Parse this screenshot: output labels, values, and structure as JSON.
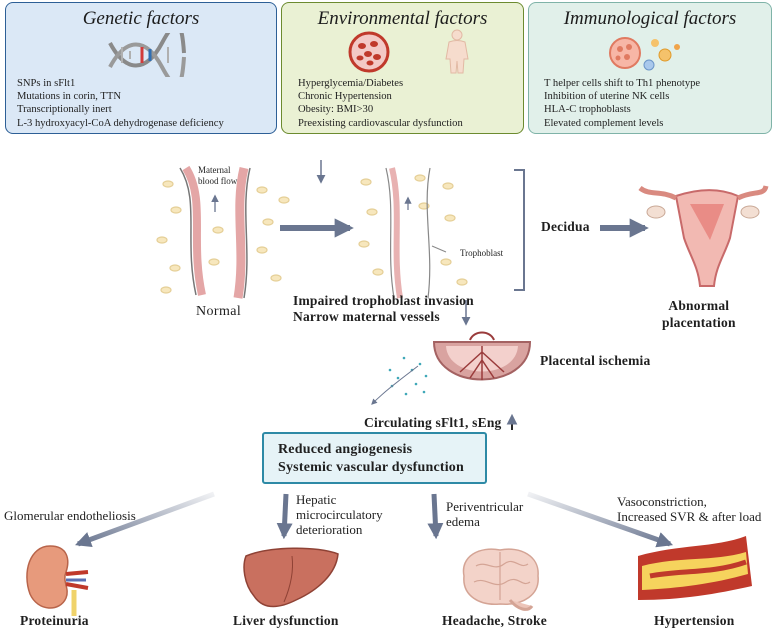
{
  "factors": {
    "genetic": {
      "title": "Genetic factors",
      "items": [
        "SNPs in sFlt1",
        "Mutations in corin, TTN",
        "Transcriptionally inert",
        "L-3 hydroxyacyl-CoA dehydrogenase deficiency"
      ]
    },
    "environmental": {
      "title": "Environmental factors",
      "items": [
        "Hyperglycemia/Diabetes",
        "Chronic Hypertension",
        "Obesity: BMI>30",
        "Preexisting cardiovascular dysfunction"
      ]
    },
    "immunological": {
      "title": "Immunological factors",
      "items": [
        "T helper cells shift to Th1 phenotype",
        "Inhibition of uterine NK cells",
        "HLA-C trophoblasts",
        "Elevated complement levels"
      ]
    }
  },
  "middle": {
    "maternal_flow_line1": "Maternal",
    "maternal_flow_line2": "blood flow",
    "trophoblast": "Trophoblast",
    "decidua": "Decidua",
    "normal": "Normal",
    "impaired_line1": "Impaired trophoblast invasion",
    "impaired_line2": "Narrow maternal vessels",
    "abnormal_line1": "Abnormal",
    "abnormal_line2": "placentation",
    "placental_ischemia": "Placental ischemia",
    "circulating": "Circulating sFlt1, sEng"
  },
  "central": {
    "line1": "Reduced angiogenesis",
    "line2": "Systemic vascular dysfunction"
  },
  "outcomes": {
    "kidney_note": "Glomerular endotheliosis",
    "liver_note_line1": "Hepatic",
    "liver_note_line2": "microcirculatory",
    "liver_note_line3": "deterioration",
    "brain_note_line1": "Periventricular",
    "brain_note_line2": "edema",
    "vessel_note_line1": "Vasoconstriction,",
    "vessel_note_line2": "Increased SVR & after load",
    "proteinuria": "Proteinuria",
    "liver": "Liver dysfunction",
    "brain": "Headache, Stroke",
    "hypertension": "Hypertension"
  },
  "colors": {
    "genetic_bg": "#dbe8f6",
    "genetic_border": "#2d5f96",
    "environmental_bg": "#eaf1d4",
    "environmental_border": "#6c8b2f",
    "immunological_bg": "#e1f0ea",
    "immunological_border": "#7fb3a8",
    "central_bg": "#e6f3f7",
    "central_border": "#2e8aa6",
    "arrow": "#6a7690"
  }
}
